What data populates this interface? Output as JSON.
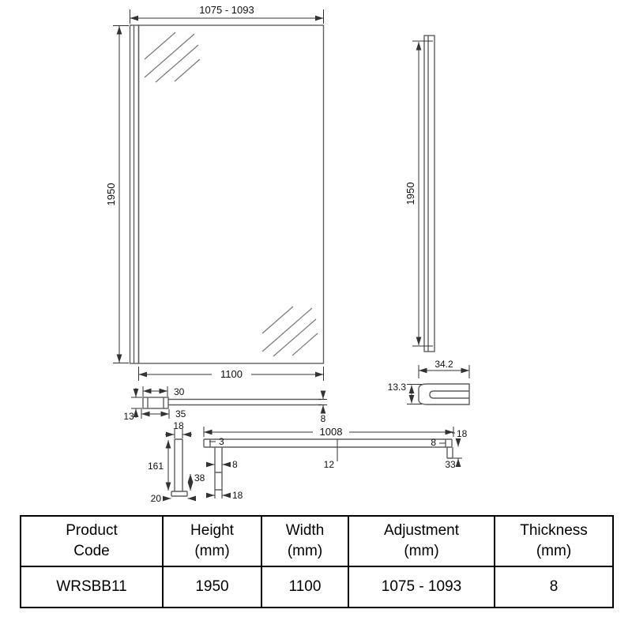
{
  "drawing": {
    "front_view": {
      "adjustment_width": "1075 - 1093",
      "height": "1950",
      "width": "1100"
    },
    "side_view": {
      "height": "1950"
    },
    "bottom_profile": {
      "width": "34.2",
      "height": "13.3"
    },
    "wall_profile_plan": {
      "outer_width": "30",
      "full_width": "35",
      "depth": "13",
      "glass_thickness": "8"
    },
    "support_bar": {
      "length": "1008",
      "bracket_top": "18",
      "bracket_length": "161",
      "bracket_foot": "20",
      "clamp_offset": "38",
      "clamp_glass": "8",
      "clamp_bottom": "18",
      "end_gap": "3",
      "bar_height": "12",
      "right_glass": "8",
      "right_top": "18",
      "right_drop": "33"
    }
  },
  "table": {
    "headers": [
      {
        "line1": "Product",
        "line2": "Code"
      },
      {
        "line1": "Height",
        "line2": "(mm)"
      },
      {
        "line1": "Width",
        "line2": "(mm)"
      },
      {
        "line1": "Adjustment",
        "line2": "(mm)"
      },
      {
        "line1": "Thickness",
        "line2": "(mm)"
      }
    ],
    "row": {
      "product_code": "WRSBB11",
      "height": "1950",
      "width": "1100",
      "adjustment": "1075 - 1093",
      "thickness": "8"
    }
  }
}
